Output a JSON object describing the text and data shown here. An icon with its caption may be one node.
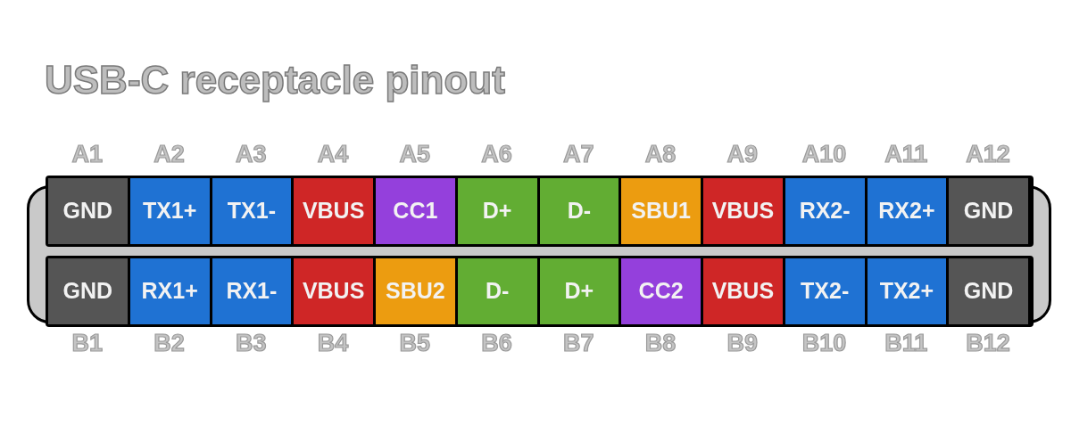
{
  "diagram": {
    "title": "USB-C receptacle pinout",
    "nodes": [
      {
        "text": [
          "GND"
        ],
        "beside": [
          "A1"
        ]
      },
      {
        "text": [
          "TX1+"
        ],
        "beside": [
          "A2"
        ]
      },
      {
        "text": [
          "TX1-"
        ],
        "beside": [
          "A3"
        ]
      },
      {
        "text": [
          "VBUS"
        ],
        "beside": [
          "A4"
        ]
      },
      {
        "text": [
          "CC1"
        ],
        "beside": [
          "A5"
        ]
      },
      {
        "text": [
          "D+"
        ],
        "beside": [
          "A6"
        ]
      },
      {
        "text": [
          "D-"
        ],
        "beside": [
          "A7"
        ]
      },
      {
        "text": [
          "SBU1"
        ],
        "beside": [
          "A8"
        ]
      },
      {
        "text": [
          "VBUS"
        ],
        "beside": [
          "A9"
        ]
      },
      {
        "text": [
          "RX2-"
        ],
        "beside": [
          "A10"
        ]
      },
      {
        "text": [
          "RX2+"
        ],
        "beside": [
          "A11"
        ]
      },
      {
        "text": [
          "GND"
        ],
        "beside": [
          "A12"
        ]
      },
      {
        "text": [
          "GND"
        ],
        "beside": [
          "B1"
        ]
      },
      {
        "text": [
          "RX1+"
        ],
        "beside": [
          "B2"
        ]
      },
      {
        "text": [
          "RX1-"
        ],
        "beside": [
          "B3"
        ]
      },
      {
        "text": [
          "VBUS"
        ],
        "beside": [
          "B4"
        ]
      },
      {
        "text": [
          "SBU2"
        ],
        "beside": [
          "B5"
        ]
      },
      {
        "text": [
          "D-"
        ],
        "beside": [
          "B6"
        ]
      },
      {
        "text": [
          "D+"
        ],
        "beside": [
          "B7"
        ]
      },
      {
        "text": [
          "CC2"
        ],
        "beside": [
          "B8"
        ]
      },
      {
        "text": [
          "VBUS"
        ],
        "beside": [
          "B9"
        ]
      },
      {
        "text": [
          "TX2-"
        ],
        "beside": [
          "B10"
        ]
      },
      {
        "text": [
          "TX2+"
        ],
        "beside": [
          "B11"
        ]
      },
      {
        "text": [
          "GND"
        ],
        "beside": [
          "B12"
        ]
      }
    ]
  }
}
